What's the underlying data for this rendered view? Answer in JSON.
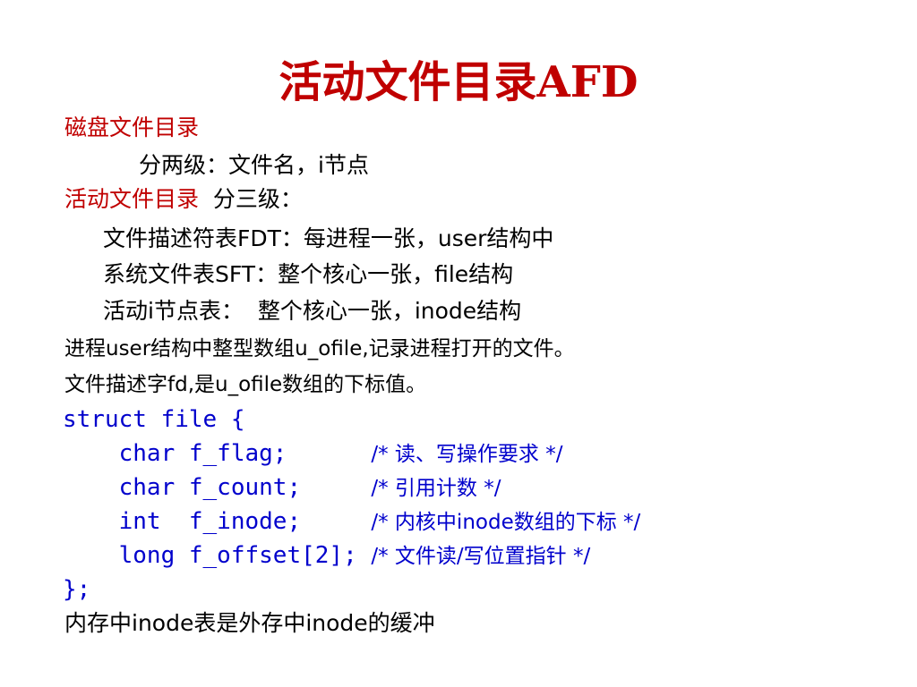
{
  "slide": {
    "title": "活动文件目录AFD",
    "disk_dir_heading": "磁盘文件目录",
    "disk_dir_detail": "分两级：文件名，i节点",
    "active_dir_heading": "活动文件目录",
    "active_dir_levels": "分三级：",
    "fdt_line": "文件描述符表FDT：每进程一张，user结构中",
    "sft_line": "系统文件表SFT：整个核心一张，file结构",
    "inode_line": "活动i节点表：  整个核心一张，inode结构",
    "user_ofile_line": "进程user结构中整型数组u_ofile,记录进程打开的文件。",
    "fd_line": "文件描述字fd,是u_ofile数组的下标值。",
    "code": {
      "open": "struct file {",
      "fields": [
        {
          "decl": "    char f_flag;      ",
          "comment": "/* 读、写操作要求 */"
        },
        {
          "decl": "    char f_count;     ",
          "comment": "/* 引用计数 */"
        },
        {
          "decl": "    int  f_inode;     ",
          "comment": "/* 内核中inode数组的下标 */"
        },
        {
          "decl": "    long f_offset[2]; ",
          "comment": "/* 文件读/写位置指针 */"
        }
      ],
      "close": "};"
    },
    "footer": "内存中inode表是外存中inode的缓冲",
    "colors": {
      "heading_red": "#c00000",
      "code_blue": "#0000cc",
      "text_black": "#000000"
    }
  }
}
